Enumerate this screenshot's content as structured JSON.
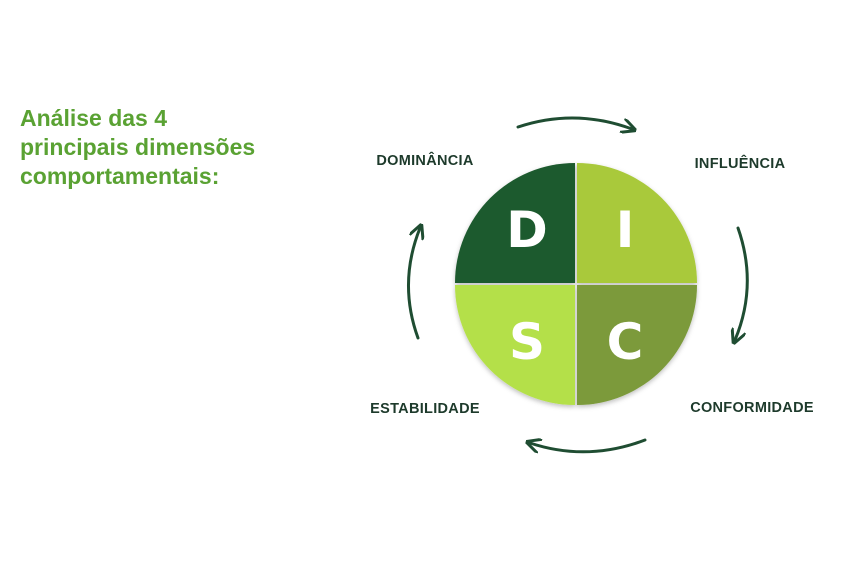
{
  "heading": {
    "line1": "Análise das 4",
    "line2": "principais dimensões",
    "line3": "comportamentais:"
  },
  "disc": {
    "dimensions": {
      "d": {
        "letter": "D",
        "label": "DOMINÂNCIA"
      },
      "i": {
        "letter": "I",
        "label": "INFLUÊNCIA"
      },
      "s": {
        "letter": "S",
        "label": "ESTABILIDADE"
      },
      "c": {
        "letter": "C",
        "label": "CONFORMIDADE"
      }
    }
  },
  "colors": {
    "heading": "#5aa233",
    "dominancia": "#1d5a2e",
    "influencia": "#a9c93a",
    "estabilidade": "#b4e04a",
    "conformidade": "#7c9a3a",
    "arrows": "#1f4d32",
    "labels": "#1d3a2b"
  },
  "icons": [
    "clockwise-arrow-icon"
  ]
}
